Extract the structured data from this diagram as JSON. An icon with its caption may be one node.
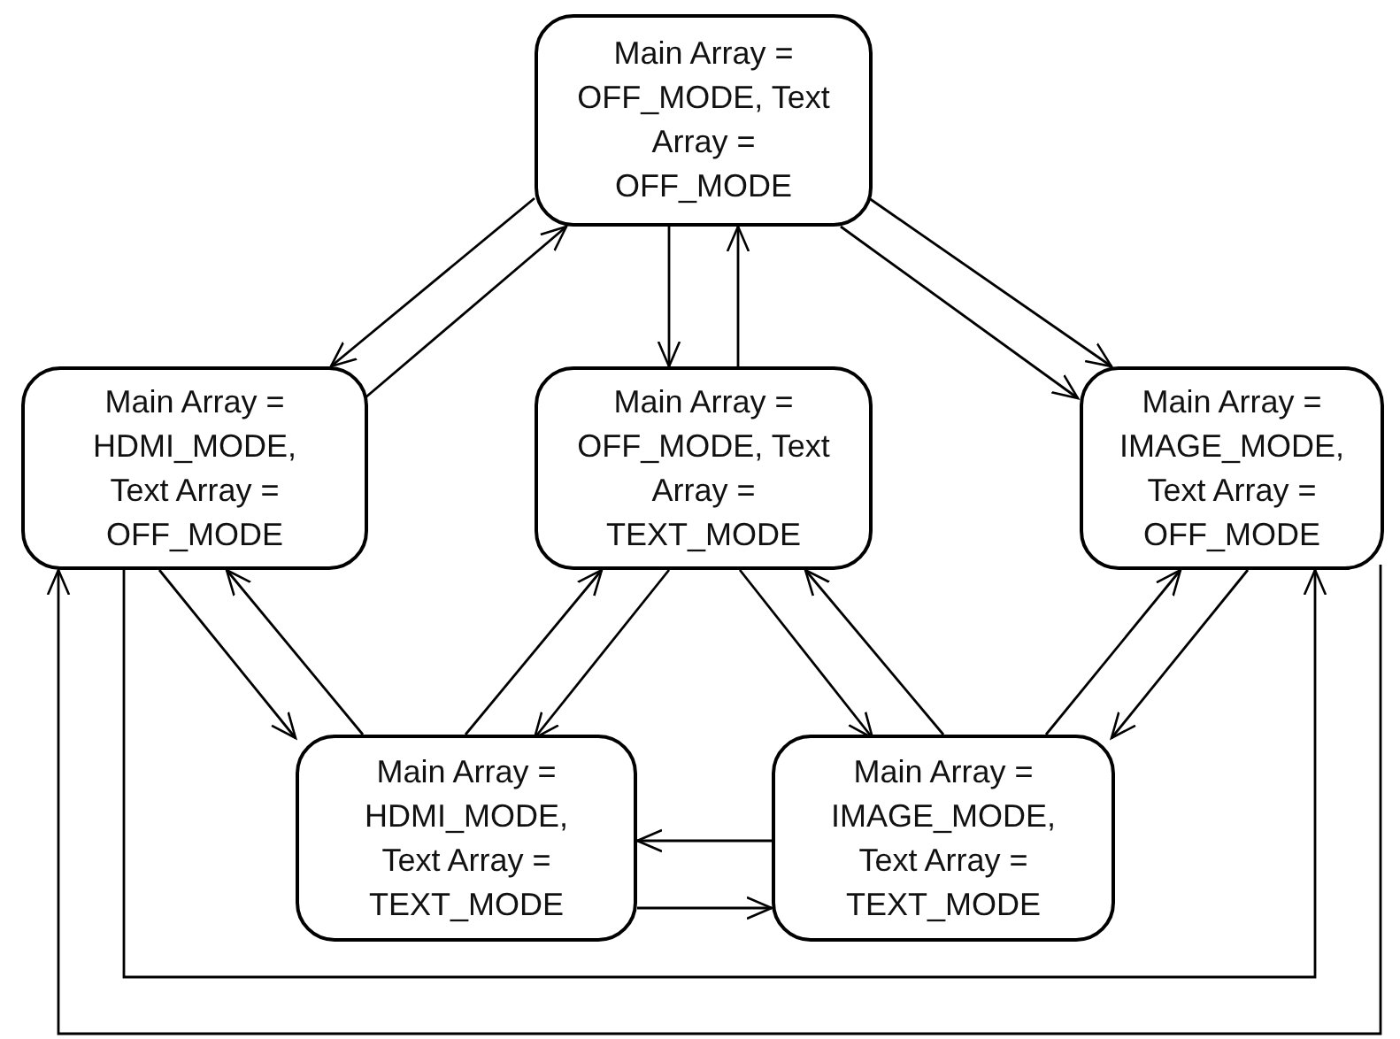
{
  "diagram": {
    "nodes": [
      {
        "text": [
          "Main Array = OFF_MODE, Text Array = OFF_MODE"
        ]
      },
      {
        "text": [
          "Main Array = HDMI_MODE, Text Array = OFF_MODE"
        ]
      },
      {
        "text": [
          "Main Array = OFF_MODE, Text Array = TEXT_MODE"
        ]
      },
      {
        "text": [
          "Main Array = IMAGE_MODE, Text Array = OFF_MODE"
        ]
      },
      {
        "text": [
          "Main Array = HDMI_MODE, Text Array = TEXT_MODE"
        ]
      },
      {
        "text": [
          "Main Array = IMAGE_MODE, Text Array = TEXT_MODE"
        ]
      }
    ],
    "edges": [
      {
        "from": 0,
        "to": 1,
        "arrow": "to"
      },
      {
        "from": 1,
        "to": 0,
        "arrow": "to"
      },
      {
        "from": 0,
        "to": 2,
        "arrow": "to"
      },
      {
        "from": 2,
        "to": 0,
        "arrow": "to"
      },
      {
        "from": 0,
        "to": 3,
        "arrow": "to"
      },
      {
        "from": 0,
        "to": 3,
        "arrow": "to"
      },
      {
        "from": 1,
        "to": 4,
        "arrow": "to"
      },
      {
        "from": 4,
        "to": 1,
        "arrow": "to"
      },
      {
        "from": 4,
        "to": 2,
        "arrow": "to"
      },
      {
        "from": 2,
        "to": 4,
        "arrow": "to"
      },
      {
        "from": 2,
        "to": 5,
        "arrow": "to"
      },
      {
        "from": 5,
        "to": 2,
        "arrow": "to"
      },
      {
        "from": 5,
        "to": 3,
        "arrow": "to"
      },
      {
        "from": 3,
        "to": 5,
        "arrow": "to"
      },
      {
        "from": 5,
        "to": 4,
        "arrow": "to"
      },
      {
        "from": 4,
        "to": 5,
        "arrow": "to"
      },
      {
        "from": 1,
        "to": 3,
        "arrow": "to"
      },
      {
        "from": 3,
        "to": 1,
        "arrow": "to"
      }
    ]
  }
}
